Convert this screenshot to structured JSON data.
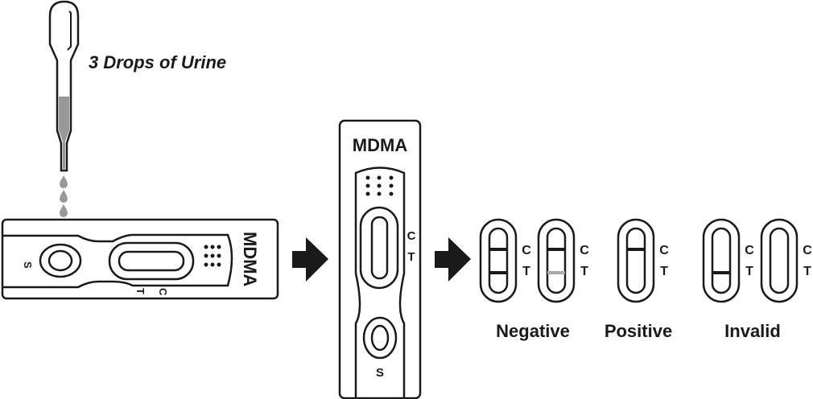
{
  "instruction": "3 Drops of Urine",
  "colors": {
    "ink": "#1a1a1a",
    "liquid": "#999999",
    "faint_line": "#aaaaaa"
  },
  "cassette_horizontal": {
    "brand": "MDMA",
    "sample_label": "S",
    "control_label": "C",
    "test_label": "T"
  },
  "cassette_vertical": {
    "brand": "MDMA",
    "sample_label": "S",
    "control_label": "C",
    "test_label": "T"
  },
  "arrows": [
    "arrow-right-icon",
    "arrow-right-icon"
  ],
  "results": {
    "negative": {
      "label": "Negative",
      "windows": [
        {
          "c": "C",
          "t": "T",
          "control_line": "strong",
          "test_line": "strong"
        },
        {
          "c": "C",
          "t": "T",
          "control_line": "strong",
          "test_line": "faint"
        }
      ]
    },
    "positive": {
      "label": "Positive",
      "windows": [
        {
          "c": "C",
          "t": "T",
          "control_line": "strong",
          "test_line": "none"
        }
      ]
    },
    "invalid": {
      "label": "Invalid",
      "windows": [
        {
          "c": "C",
          "t": "T",
          "control_line": "none",
          "test_line": "strong"
        },
        {
          "c": "C",
          "t": "T",
          "control_line": "none",
          "test_line": "none"
        }
      ]
    }
  }
}
